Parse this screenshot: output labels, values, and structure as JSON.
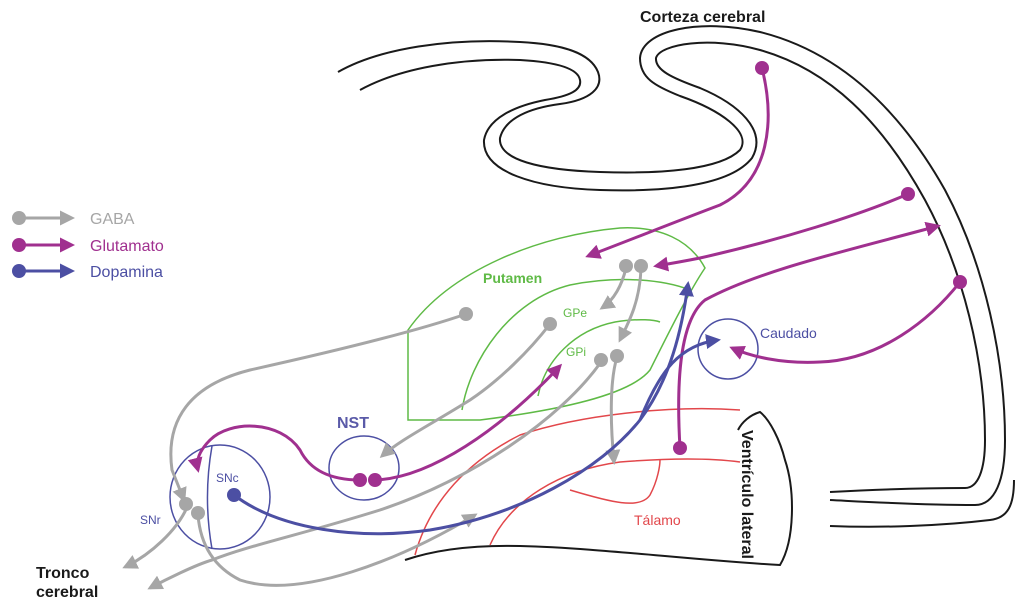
{
  "labels": {
    "cortex": "Corteza cerebral",
    "putamen": "Putamen",
    "gpe": "GPe",
    "gpi": "GPi",
    "caudate": "Caudado",
    "stn": "NST",
    "snc": "SNc",
    "snr": "SNr",
    "thalamus": "Tálamo",
    "ventricle": "Ventrículo lateral",
    "brainstem_line1": "Tronco",
    "brainstem_line2": "cerebral"
  },
  "legend": [
    {
      "label": "GABA",
      "color": "#a6a6a6"
    },
    {
      "label": "Glutamato",
      "color": "#a0308f"
    },
    {
      "label": "Dopamina",
      "color": "#4c4fa3"
    }
  ],
  "colors": {
    "gaba": "#a6a6a6",
    "glutamate": "#a0308f",
    "dopamine": "#4c4fa3",
    "putamen": "#5fba46",
    "thalamus": "#e2474b",
    "outline": "#1a1a1a",
    "stn_label": "#5a5aa8"
  }
}
